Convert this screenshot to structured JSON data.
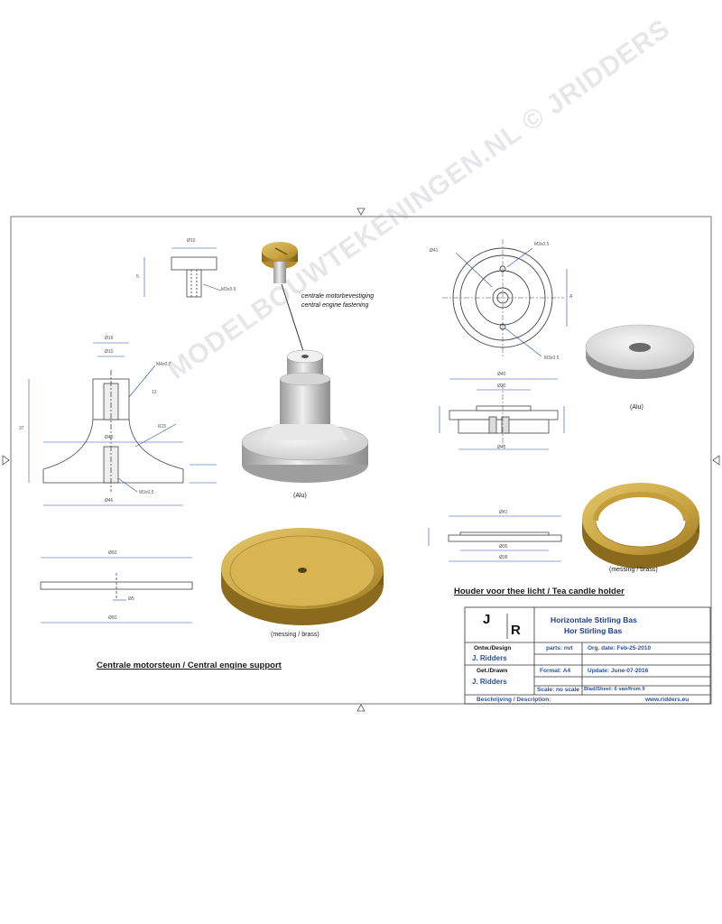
{
  "watermark": "MODELBOUWTEKENINGEN.NL © JRIDDERS",
  "sheet": {
    "border_color": "#666666",
    "accent_brass": "#c9a441",
    "accent_blue": "#2d4fa0"
  },
  "dims": {
    "pin_top": "Ø10",
    "pin_side": "5",
    "pin_thread": "M3x0.5",
    "support_top": "Ø16",
    "support_inner": "Ø10",
    "support_thread": "M4x0.7",
    "support_height_small": "12",
    "support_height": "37",
    "support_radius": "R15",
    "support_base_width": "Ø46",
    "support_base_inner": "Ø40",
    "support_base_thread": "M3x0.5",
    "plate_width": "Ø60",
    "plate_hole": "Ø5",
    "plate_sub": "Ø60",
    "tea_outer": "Ø41",
    "tea_hole_a": "M3x0.5",
    "tea_hole_b": "M3x0.5",
    "tea_dim_a": "A",
    "tea_sec_top": "Ø40",
    "tea_sec_inner": "Ø20",
    "tea_sec_bottom": "Ø45",
    "ring_top": "Ø41",
    "ring_mid": "Ø35",
    "ring_bottom": "Ø38"
  },
  "labels": {
    "callout_nl": "centrale motorbevestiging",
    "callout_en": "central engine fastening",
    "alu_1": "(Alu)",
    "alu_2": "(Alu)",
    "brass_1": "(messing / brass)",
    "brass_2": "(messing / brass)",
    "section_left": "Centrale motorsteun / Central engine support",
    "section_right": "Houder voor thee licht / Tea candle holder"
  },
  "title_block": {
    "logo_j": "J",
    "logo_r": "R",
    "title_nl": "Horizontale Stirling Bas",
    "title_en": "Hor Stirling Bas",
    "design_label": "Ontw./Design",
    "design_name": "J. Ridders",
    "drawn_label": "Get./Drawn",
    "drawn_name": "J. Ridders",
    "parts": "parts: nvt",
    "orig_date": "Org. date: Feb-25-2010",
    "format": "Format: A4",
    "update": "Update: June-07-2016",
    "scale": "Scale: no scale",
    "sheet": "Blad/Sheet: 6 van/from 9",
    "description": "Beschrijving / Description:",
    "website": "www.ridders.eu"
  }
}
